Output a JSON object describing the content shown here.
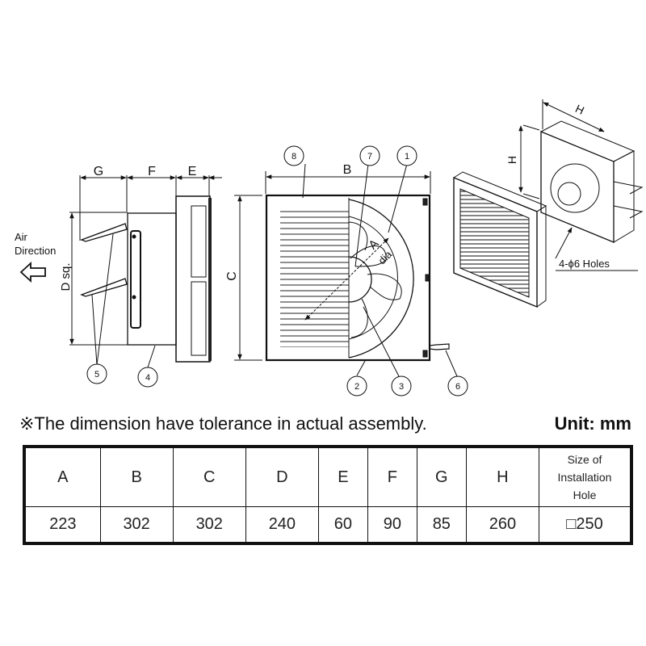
{
  "diagram": {
    "side_view": {
      "dimension_labels": [
        "G",
        "F",
        "E"
      ],
      "height_label": "D sq.",
      "air_direction_label_line1": "Air",
      "air_direction_label_line2": "Direction",
      "callouts": [
        "5",
        "4"
      ]
    },
    "front_view": {
      "width_label": "B",
      "height_label": "C",
      "diameter_label_a": "A",
      "diameter_label_dia": "dia",
      "callouts": [
        "8",
        "7",
        "1",
        "2",
        "3",
        "6"
      ]
    },
    "iso_view": {
      "dimension_label_top": "H",
      "dimension_label_side": "H",
      "holes_label": "4-ϕ6 Holes"
    }
  },
  "note": "※The dimension have tolerance in actual assembly.",
  "unit": "Unit: mm",
  "table": {
    "headers": [
      "A",
      "B",
      "C",
      "D",
      "E",
      "F",
      "G",
      "H"
    ],
    "hole_header_lines": [
      "Size of",
      "Installation",
      "Hole"
    ],
    "values": [
      "223",
      "302",
      "302",
      "240",
      "60",
      "90",
      "85",
      "260",
      "□250"
    ]
  }
}
